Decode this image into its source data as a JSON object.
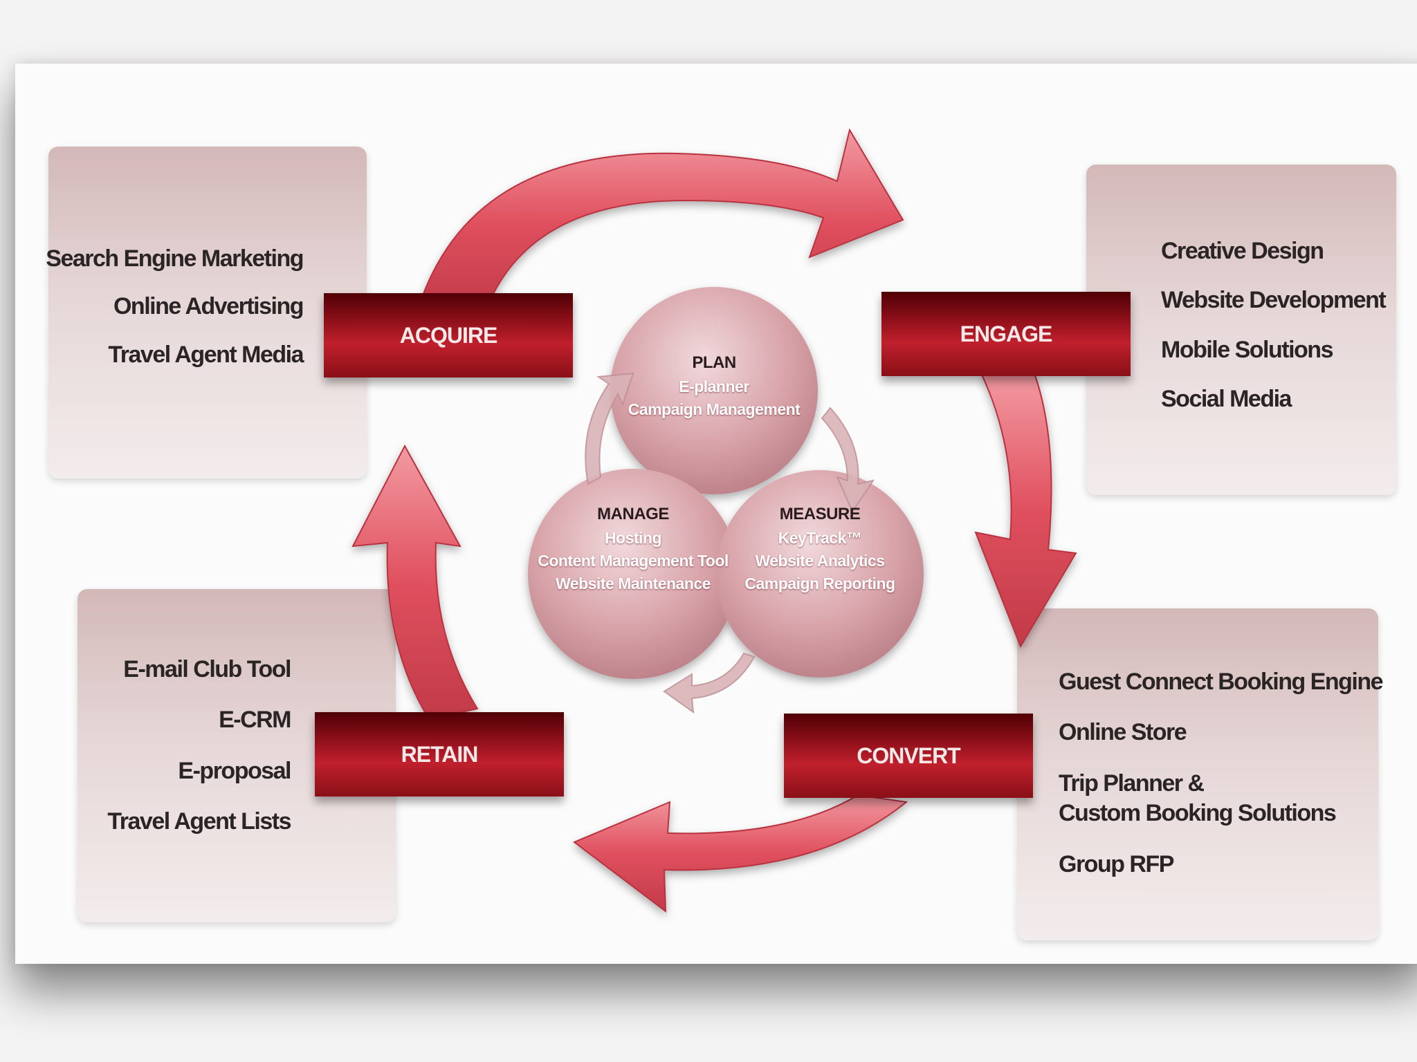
{
  "stages": {
    "acquire": {
      "label": "ACQUIRE",
      "items": [
        "Search Engine Marketing",
        "Online Advertising",
        "Travel Agent Media"
      ]
    },
    "engage": {
      "label": "ENGAGE",
      "items": [
        "Creative Design",
        "Website Development",
        "Mobile Solutions",
        "Social Media"
      ]
    },
    "convert": {
      "label": "CONVERT",
      "items": [
        "Guest Connect Booking Engine",
        "Online Store",
        "Trip Planner &",
        "Custom Booking Solutions",
        "Group RFP"
      ]
    },
    "retain": {
      "label": "RETAIN",
      "items": [
        "E-mail Club Tool",
        "E-CRM",
        "E-proposal",
        "Travel Agent Lists"
      ]
    }
  },
  "center": {
    "plan": {
      "title": "PLAN",
      "lines": [
        "E-planner",
        "Campaign Management"
      ]
    },
    "manage": {
      "title": "MANAGE",
      "lines": [
        "Hosting",
        "Content Management Tool",
        "Website Maintenance"
      ]
    },
    "measure": {
      "title": "MEASURE",
      "lines": [
        "KeyTrack™",
        "Website Analytics",
        "Campaign Reporting"
      ]
    }
  },
  "colors": {
    "arrow": "#e0505e",
    "bar": "#9a111c",
    "box": "#e3d1d1",
    "circle": "#d7a2a8"
  }
}
